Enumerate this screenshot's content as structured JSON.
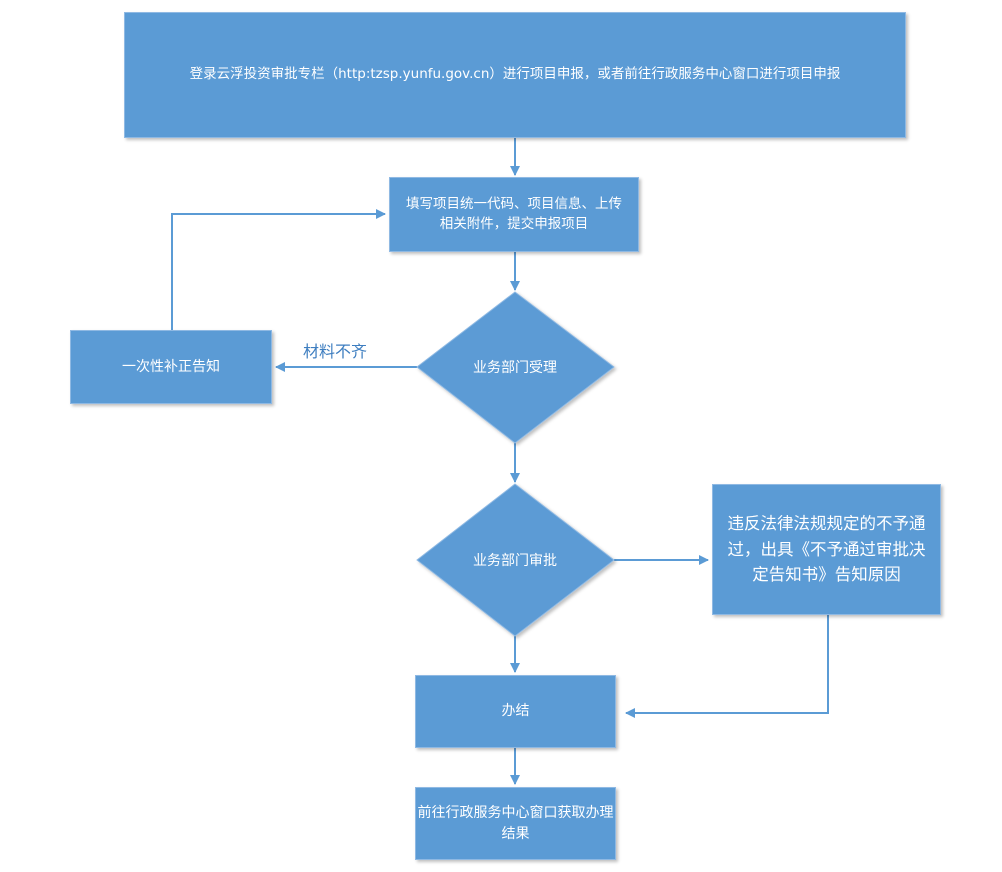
{
  "nodes": {
    "portal": "登录云浮投资审批专栏（http:tzsp.yunfu.gov.cn）进行项目申报，或者前往行政服务中心窗口进行项目申报",
    "fill_form": "填写项目统一代码、项目信息、上传相关附件，提交申报项目",
    "accept": "业务部门受理",
    "notice": "一次性补正告知",
    "approve": "业务部门审批",
    "reject": "违反法律法规规定的不予通过，出具《不予通过审批决定告知书》告知原因",
    "done": "办结",
    "collect": "前往行政服务中心窗口获取办理结果"
  },
  "edge_labels": {
    "incomplete": "材料不齐"
  },
  "colors": {
    "node_fill": "#5b9bd5",
    "arrow": "#5b9bd5",
    "label_text": "#3e7ec0"
  }
}
